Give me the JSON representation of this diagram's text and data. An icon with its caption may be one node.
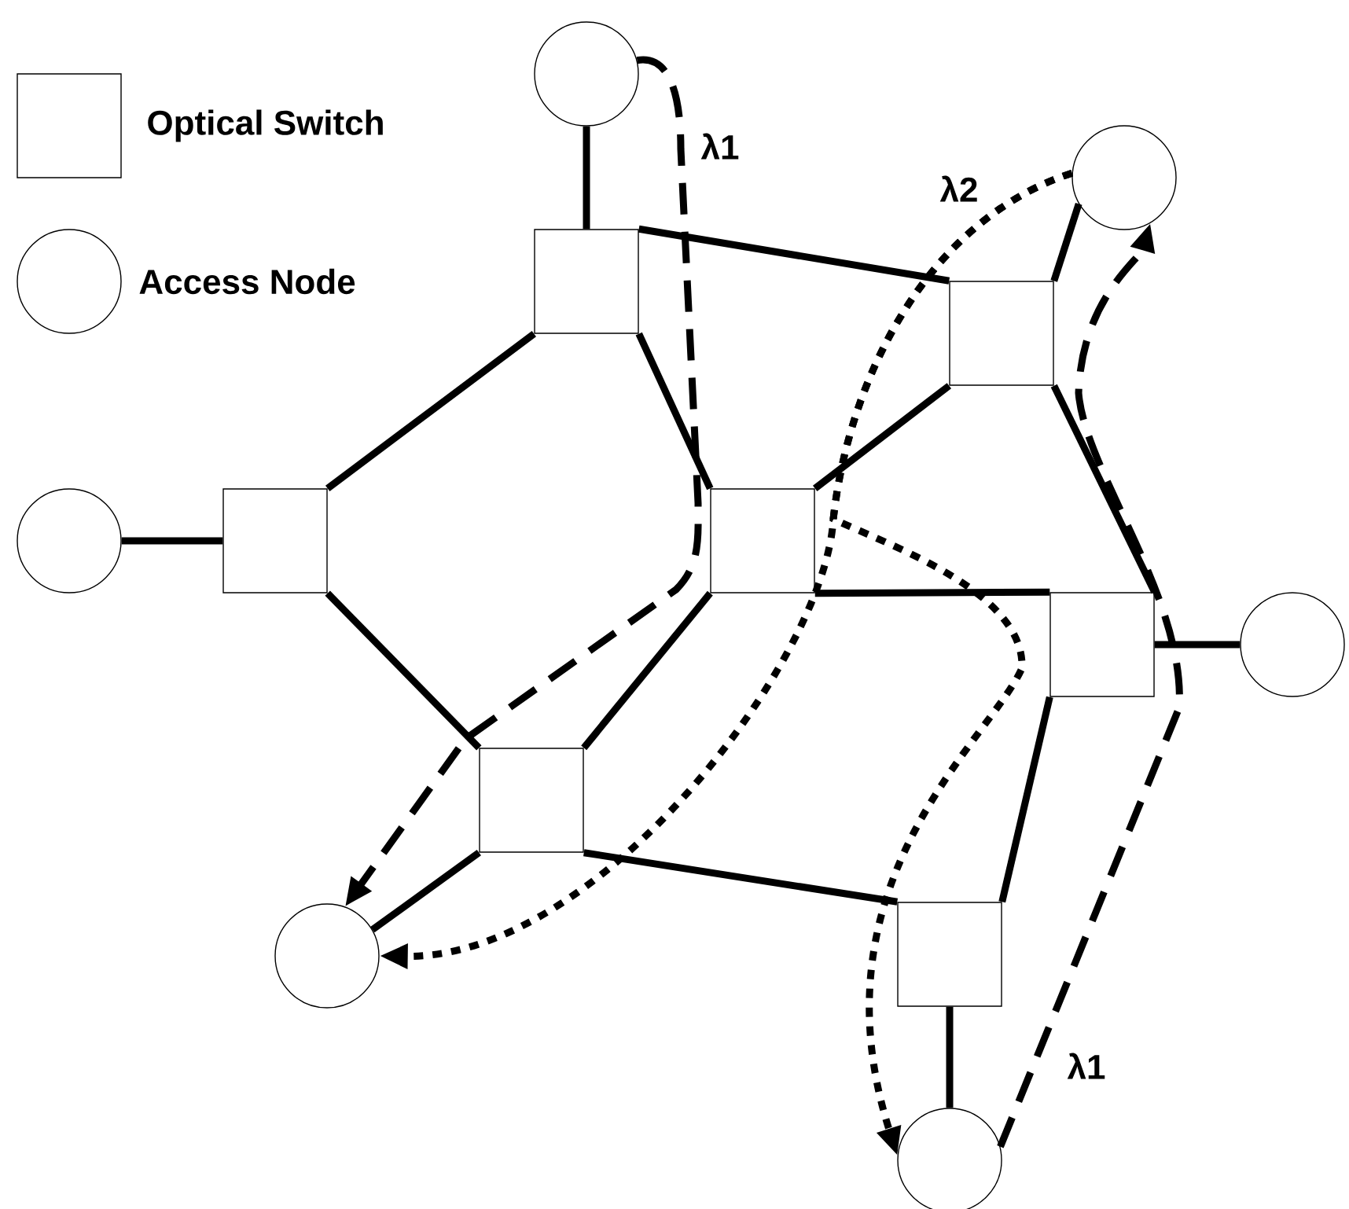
{
  "diagram": {
    "nodes": [
      {
        "text": [],
        "shape": "circle"
      },
      {
        "text": [],
        "shape": "box"
      },
      {
        "text": [],
        "shape": "circle"
      },
      {
        "text": [],
        "shape": "box"
      },
      {
        "text": [],
        "shape": "circle"
      },
      {
        "text": [],
        "shape": "box"
      },
      {
        "text": [],
        "shape": "box"
      },
      {
        "text": [],
        "shape": "box"
      },
      {
        "text": [],
        "shape": "circle"
      },
      {
        "text": [],
        "shape": "box"
      },
      {
        "text": [],
        "shape": "circle"
      },
      {
        "text": [],
        "shape": "box"
      },
      {
        "text": [],
        "shape": "circle"
      }
    ],
    "edges": [
      {
        "from": 0,
        "to": 1,
        "arrow": "none"
      },
      {
        "from": 1,
        "to": 3,
        "arrow": "none"
      },
      {
        "from": 1,
        "to": 5,
        "arrow": "none"
      },
      {
        "from": 1,
        "to": 6,
        "arrow": "none"
      },
      {
        "from": 3,
        "to": 2,
        "arrow": "none"
      },
      {
        "from": 3,
        "to": 6,
        "arrow": "none"
      },
      {
        "from": 3,
        "to": 7,
        "arrow": "none"
      },
      {
        "from": 4,
        "to": 5,
        "arrow": "none"
      },
      {
        "from": 6,
        "to": 7,
        "arrow": "none"
      },
      {
        "from": 7,
        "to": 8,
        "arrow": "none"
      },
      {
        "from": 5,
        "to": 9,
        "arrow": "none"
      },
      {
        "from": 6,
        "to": 9,
        "arrow": "none"
      },
      {
        "from": 9,
        "to": 10,
        "arrow": "none"
      },
      {
        "from": 9,
        "to": 11,
        "arrow": "none"
      },
      {
        "from": 7,
        "to": 11,
        "arrow": "none"
      },
      {
        "from": 11,
        "to": 12,
        "arrow": "none"
      },
      {
        "from": 0,
        "to": 10,
        "arrow": "to",
        "style": "dashed",
        "label": "λ1"
      },
      {
        "from": 12,
        "to": 2,
        "arrow": "to",
        "style": "dashed",
        "label": "λ1"
      },
      {
        "from": 2,
        "to": 10,
        "arrow": "to",
        "style": "dashed",
        "label": "λ2"
      },
      {
        "from": 2,
        "to": 12,
        "arrow": "to",
        "style": "dashed"
      }
    ],
    "legend": [
      {
        "text": "Optical Switch"
      },
      {
        "text": "Access Node"
      }
    ]
  }
}
